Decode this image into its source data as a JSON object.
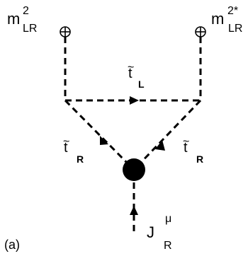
{
  "insertion_left": {
    "base": "m",
    "sup": "2",
    "sub": "LR"
  },
  "insertion_right": {
    "base": "m",
    "sup": "2*",
    "sub": "LR"
  },
  "stop_left_label": {
    "tilde": "~",
    "base": "t",
    "sub": "L"
  },
  "stop_right_left_label": {
    "tilde": "~",
    "base": "t",
    "sub": "R"
  },
  "stop_right_right_label": {
    "tilde": "~",
    "base": "t",
    "sub": "R"
  },
  "current": {
    "base": "J",
    "sup": "μ",
    "sub": "R"
  },
  "panel_label": "(a)",
  "icons": [
    "mass-insertion-icon",
    "mass-insertion-icon",
    "vertex-blob-icon"
  ]
}
